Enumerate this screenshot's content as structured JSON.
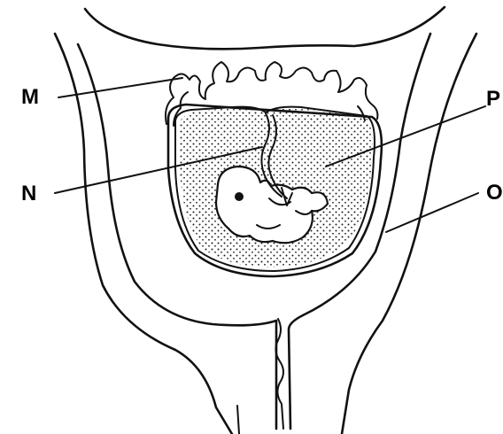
{
  "diagram": {
    "labels": {
      "m": "M",
      "n": "N",
      "p": "P",
      "o": "O"
    }
  }
}
